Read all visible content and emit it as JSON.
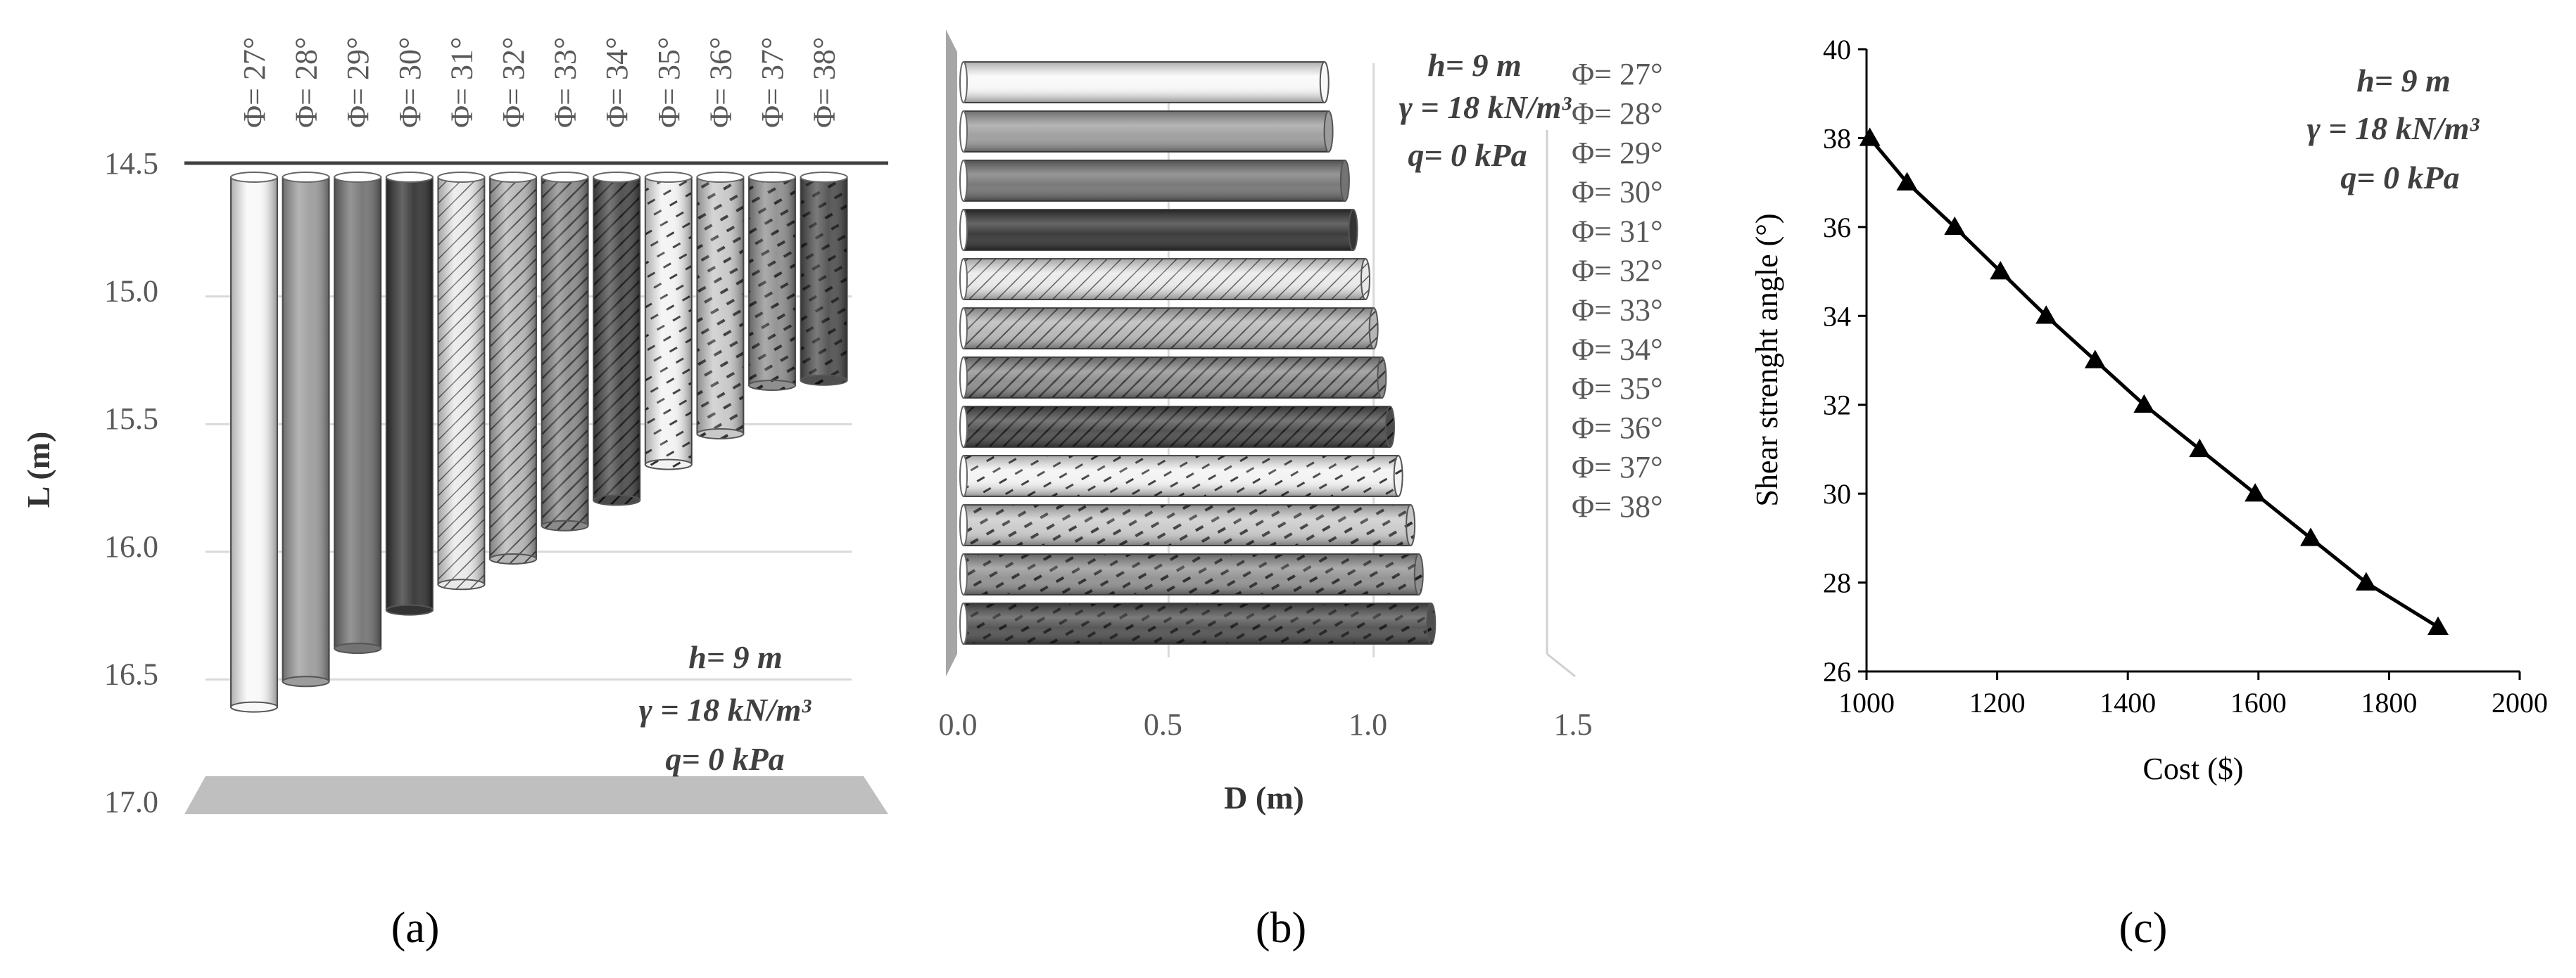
{
  "panel_labels": [
    "(a)",
    "(b)",
    "(c)"
  ],
  "params": {
    "h": "h= 9 m",
    "gamma": "γ = 18 kN/m³",
    "q": "q= 0 kPa"
  },
  "chart_data": [
    {
      "type": "bar",
      "panel": "a",
      "categories": [
        "Φ= 27°",
        "Φ= 28°",
        "Φ= 29°",
        "Φ= 30°",
        "Φ= 31°",
        "Φ= 32°",
        "Φ= 33°",
        "Φ= 34°",
        "Φ= 35°",
        "Φ= 36°",
        "Φ= 37°",
        "Φ= 38°"
      ],
      "values": [
        16.63,
        16.53,
        16.4,
        16.25,
        16.15,
        16.05,
        15.92,
        15.82,
        15.68,
        15.56,
        15.37,
        15.35
      ],
      "ylabel": "L (m)",
      "yticks": [
        "14.5",
        "15.0",
        "15.5",
        "16.0",
        "16.5",
        "17.0"
      ],
      "ylim": [
        14.5,
        17.0
      ],
      "grid": true
    },
    {
      "type": "bar",
      "panel": "b",
      "orientation": "horizontal",
      "categories": [
        "Φ= 27°",
        "Φ= 28°",
        "Φ= 29°",
        "Φ= 30°",
        "Φ= 31°",
        "Φ= 32°",
        "Φ= 33°",
        "Φ= 34°",
        "Φ= 35°",
        "Φ= 36°",
        "Φ= 37°",
        "Φ= 38°"
      ],
      "values": [
        0.88,
        0.89,
        0.93,
        0.95,
        0.98,
        1.0,
        1.02,
        1.04,
        1.06,
        1.09,
        1.11,
        1.14
      ],
      "xlabel": "D (m)",
      "xticks": [
        "0.0",
        "0.5",
        "1.0",
        "1.5"
      ],
      "xlim": [
        0,
        1.5
      ]
    },
    {
      "type": "line",
      "panel": "c",
      "x": [
        1005,
        1062,
        1135,
        1205,
        1275,
        1350,
        1425,
        1510,
        1595,
        1680,
        1765,
        1875
      ],
      "y": [
        38,
        37,
        36,
        35,
        34,
        33,
        32,
        31,
        30,
        29,
        28,
        27
      ],
      "xlabel": "Cost ($)",
      "ylabel": "Shear strenght angle (°)",
      "xticks": [
        "1000",
        "1200",
        "1400",
        "1600",
        "1800",
        "2000"
      ],
      "yticks": [
        "26",
        "28",
        "30",
        "32",
        "34",
        "36",
        "38",
        "40"
      ],
      "xlim": [
        1000,
        2000
      ],
      "ylim": [
        26,
        40
      ],
      "marker": "triangle",
      "grid": false
    }
  ]
}
